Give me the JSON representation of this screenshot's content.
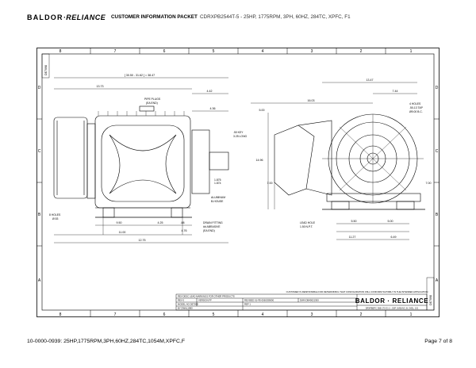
{
  "header": {
    "logo_left": "BALDOR",
    "logo_right": "RELIANCE",
    "title": "CUSTOMER INFORMATION PACKET",
    "model_info": "CDRXPB2544T-5 - 25HP, 1775RPM, 3PH, 60HZ, 284TC, XPFC, F1"
  },
  "drawing": {
    "col_labels": [
      "8",
      "7",
      "6",
      "5",
      "4",
      "3",
      "2",
      "1"
    ],
    "row_labels": [
      "D",
      "C",
      "B",
      "A"
    ],
    "side_tag_top": "DE7098",
    "side_tag_bottom": "DE7098",
    "dims": {
      "overall": "[ 30.50 - 31.62 ] = 38.47",
      "d1373": "13.73",
      "d442": "4.42",
      "d436": "4.36",
      "d1603": "16.03",
      "d1347": "13.47",
      "d744": "7.44",
      "pipe_plug": "PIPE PLUGS",
      "pipe_plug2": "(EA END)",
      "key": ".50 KEY",
      "key2": "3.25 LONG",
      "holes4": "4 HOLES",
      "holes4b": ".50-13 TAP",
      "holes4c": "Ø9.00 B.C.",
      "d500": "5.00",
      "d1496": "14.96",
      "d700": "7.00",
      "shaft1": "1.875",
      "shaft2": "1.874",
      "alum": "ALUMINUM",
      "alum2": "B-HOUSE",
      "holes8": "8 HOLES",
      "holes8b": "Ø.53",
      "d950": "9.50",
      "d88": ".88",
      "d425": "4.25",
      "d476": "4.76",
      "d1100": "11.00",
      "d1275": "12.75",
      "drain": "DRAIN FITTING",
      "drain2": "## ABRASIVE",
      "drain3": "(EA END)",
      "lead": "LEAD HOLE",
      "lead2": "1.50 N.P.T.",
      "d1127": "11.27",
      "d550": "5.50",
      "d500b": "5.00",
      "d649": "6.49",
      "d700b": "7.00"
    },
    "note": "CUSTOMER IS RESPONSIBLE FOR DETERMINING THAT CONFIGURATION WILL CONFORM SUITABLY IN THE INTENDED APPLICATION",
    "tb": {
      "r1": "REV  DESC  LEAD MARKINGS FOR OTHER PRODUCTS",
      "r2a": "REV  0",
      "r2b": "VERSION  FF",
      "r2c": "REVISED  01-FE-0560039090",
      "r2d": "DWN  DB40021300",
      "r3a": "MODEL NO  DE7098",
      "r3b": "REF  1",
      "r4a": "BY  DWAL1980",
      "brand": "BALDOR · RELIANCE",
      "sub": "DRXPBEPC 36B-170 G1-1 ; 5SP, 3(40)/NC; B; 3H3L, 101"
    }
  },
  "footer": {
    "left": "10-0000-0939: 25HP,1775RPM,3PH,60HZ,284TC,1054M,XPFC,F",
    "right": "Page 7 of 8"
  }
}
